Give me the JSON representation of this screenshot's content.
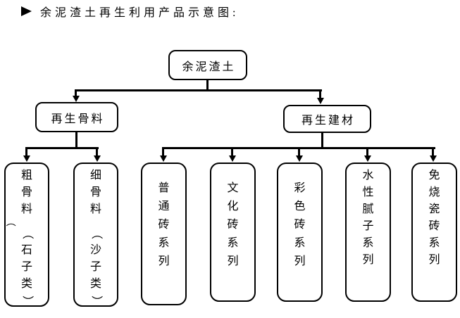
{
  "colors": {
    "ink": "#000000",
    "background": "#ffffff"
  },
  "title": {
    "bullet_icon": "right-triangle",
    "text": "余泥渣土再生利用产品示意图:"
  },
  "diagram": {
    "root": {
      "label": "余泥渣土"
    },
    "branches": [
      {
        "label": "再生骨料",
        "children": [
          {
            "label": "粗骨料（石子类）",
            "stray_paren": "（"
          },
          {
            "label": "细骨料（沙子类）"
          }
        ]
      },
      {
        "label": "再生建材",
        "children": [
          {
            "label": "普通砖系列"
          },
          {
            "label": "文化砖系列"
          },
          {
            "label": "彩色砖系列"
          },
          {
            "label": "水性腻子系列"
          },
          {
            "label": "免烧瓷砖系列"
          }
        ]
      }
    ]
  }
}
